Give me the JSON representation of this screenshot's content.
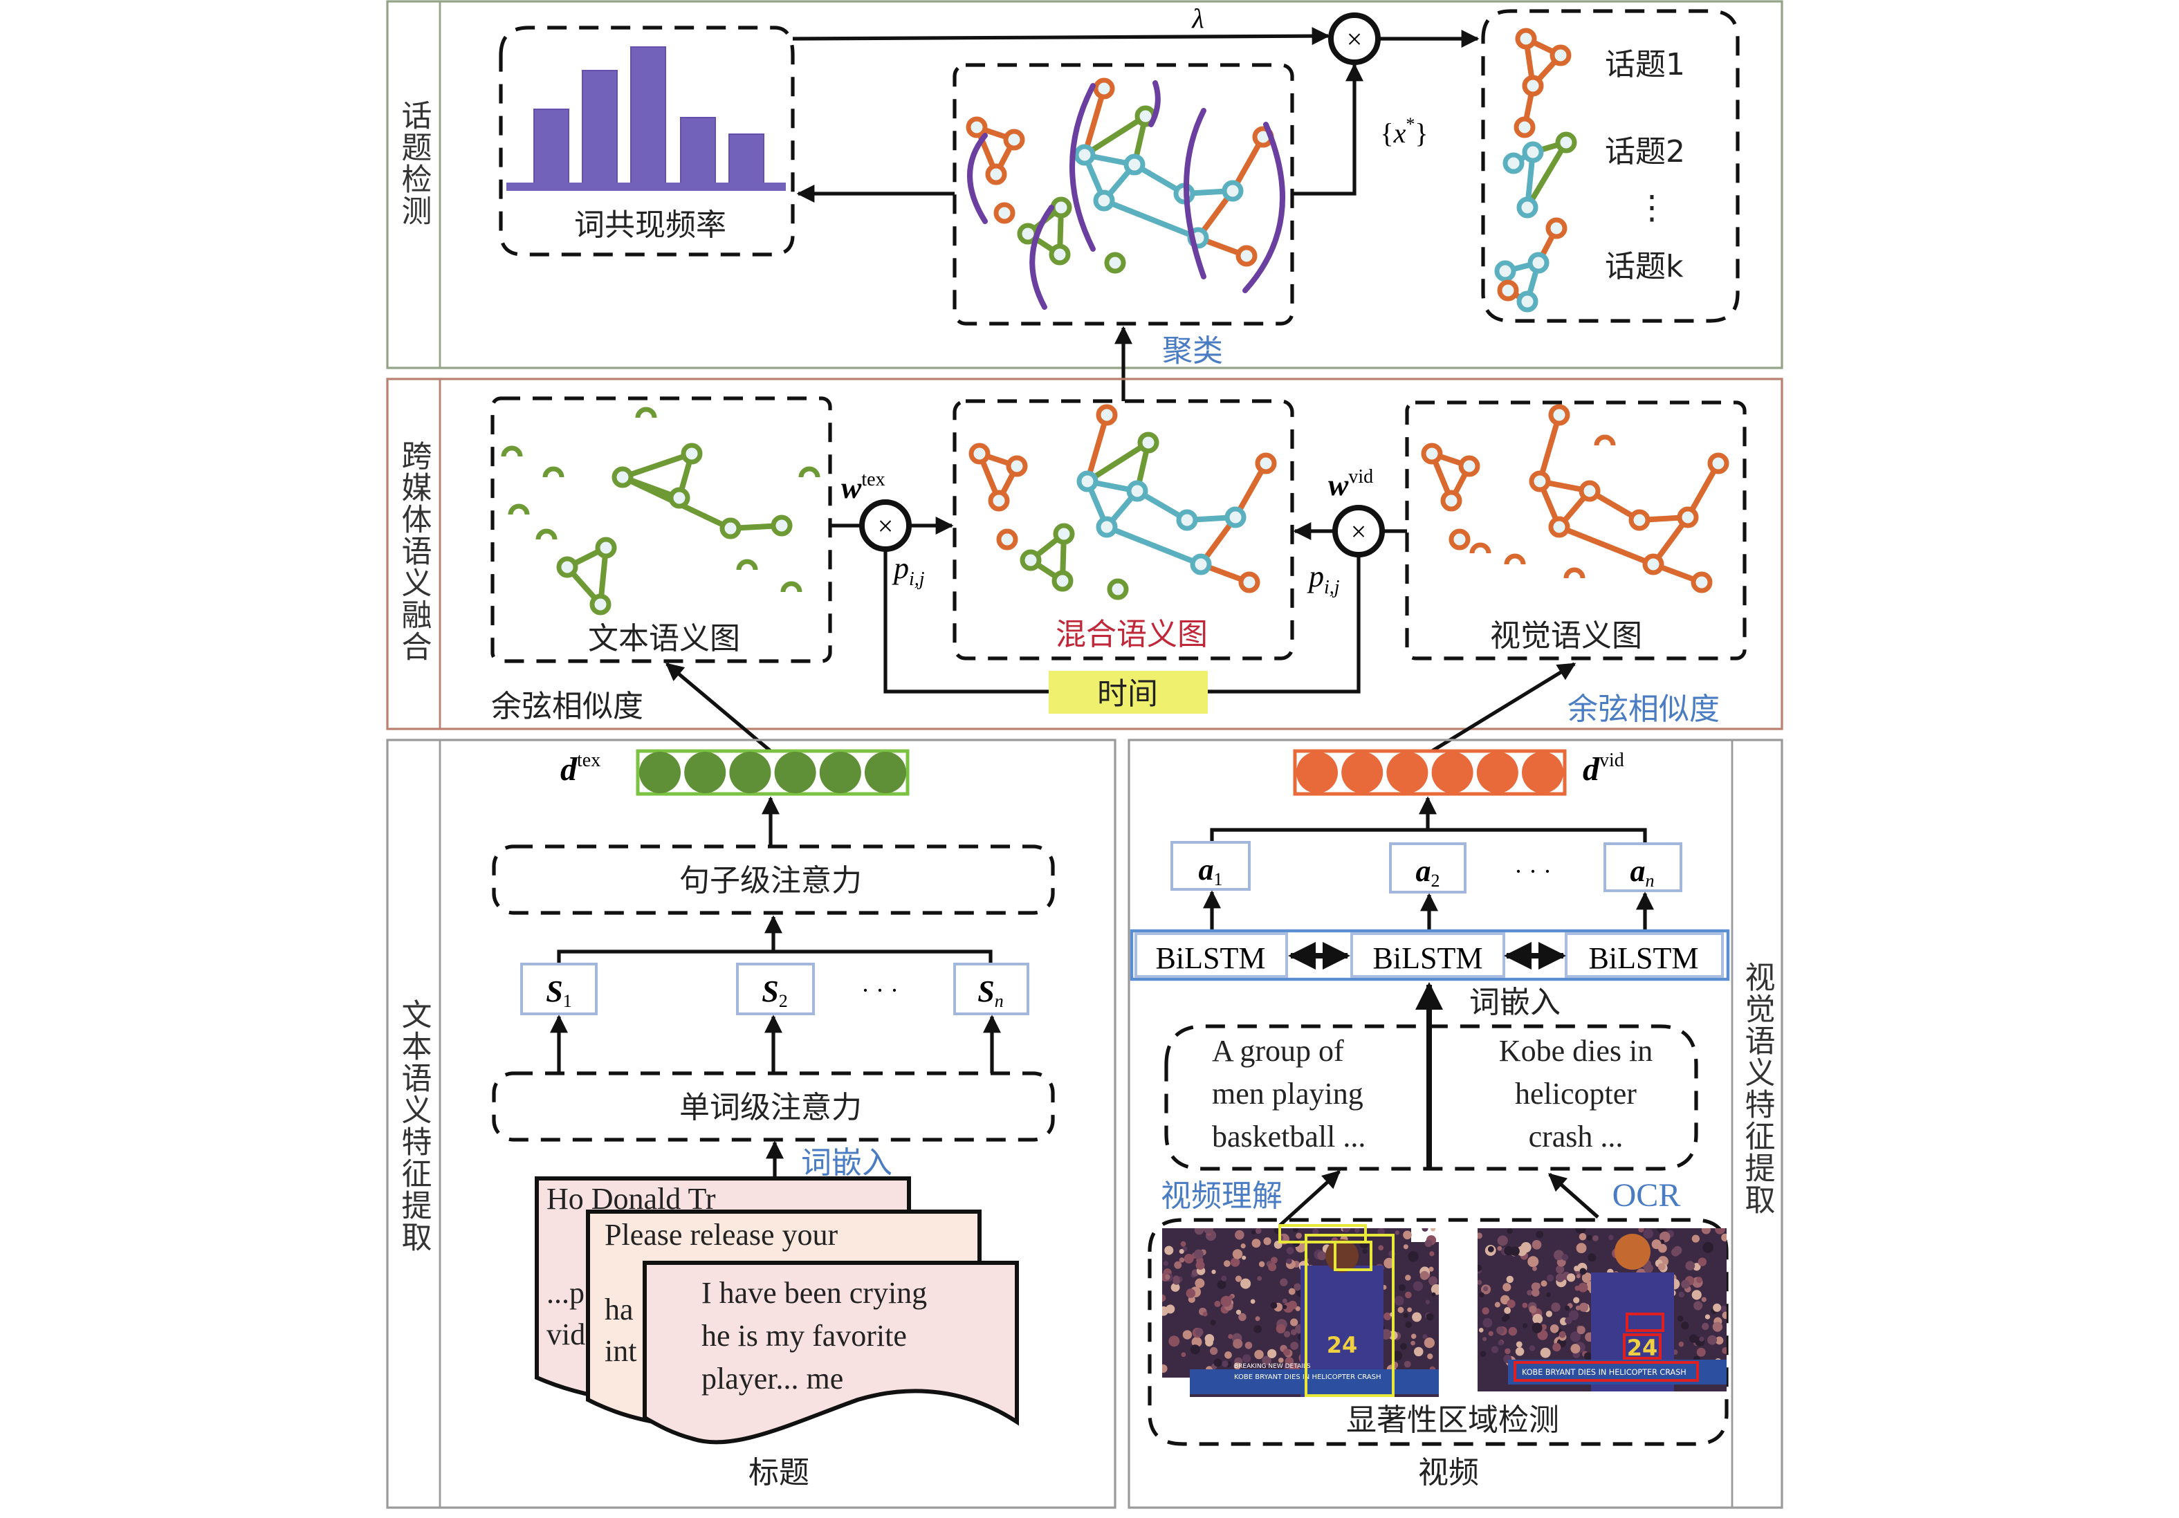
{
  "sections": {
    "topic_detection": "话题检测",
    "fusion": "跨媒体语义融合",
    "text_feature": "文本语义特征提取",
    "visual_feature": "视觉语义特征提取"
  },
  "topic_detection": {
    "histogram_label": "词共现频率",
    "lambda": "λ",
    "x_star": {
      "open": "{",
      "var": "x",
      "sup": "*",
      "close": "}"
    },
    "clustering_label": "聚类",
    "topics": [
      "话题1",
      "话题2",
      "⋮",
      "话题k"
    ],
    "multiply_symbol": "×"
  },
  "fusion": {
    "text_graph_label": "文本语义图",
    "mixed_graph_label": "混合语义图",
    "visual_graph_label": "视觉语义图",
    "w_tex": {
      "base": "w",
      "sup": "tex"
    },
    "w_vid": {
      "base": "w",
      "sup": "vid"
    },
    "p_ij": {
      "base": "p",
      "sub": "i,j"
    },
    "time_label": "时间",
    "cosine_left": "余弦相似度",
    "cosine_right": "余弦相似度",
    "multiply_symbol": "×"
  },
  "text_branch": {
    "d_tex": {
      "base": "d",
      "sup": "tex"
    },
    "sentence_attention": "句子级注意力",
    "word_attention": "单词级注意力",
    "word_embedding": "词嵌入",
    "sentences": [
      {
        "base": "S",
        "sub": "1"
      },
      {
        "base": "S",
        "sub": "2"
      },
      {
        "base": "S",
        "sub": "n"
      }
    ],
    "ellipsis": "· · ·",
    "documents": [
      {
        "lines": [
          "Ho    Donald Tr",
          "...p",
          "vid"
        ]
      },
      {
        "lines": [
          "Please release your",
          "ha",
          "int"
        ]
      },
      {
        "lines": [
          "I have been crying",
          "he is my favorite",
          "player... me"
        ]
      }
    ],
    "caption": "标题"
  },
  "visual_branch": {
    "d_vid": {
      "base": "d",
      "sup": "vid"
    },
    "attn": [
      {
        "base": "a",
        "sub": "1"
      },
      {
        "base": "a",
        "sub": "2"
      },
      {
        "base": "a",
        "sub": "n"
      }
    ],
    "ellipsis": "· · ·",
    "bilstm": [
      "BiLSTM",
      "BiLSTM",
      "BiLSTM"
    ],
    "word_embedding": "词嵌入",
    "video_caption": [
      "A group of",
      "men playing",
      "basketball ..."
    ],
    "ocr_text": [
      "Kobe dies in",
      "helicopter",
      "crash ..."
    ],
    "video_understanding": "视频理解",
    "ocr": "OCR",
    "saliency": "显著性区域检测",
    "caption": "视频",
    "news_ticker": {
      "breaking": "BREAKING NEW DETAILS",
      "headline": "KOBE BRYANT DIES IN HELICOPTER CRASH",
      "jersey": "24"
    }
  },
  "colors": {
    "orange": "#d9692e",
    "green": "#6e9a36",
    "teal": "#5ab0bf",
    "purple": "#6a3fa0",
    "bar": "#7262b9",
    "accent_blue": "#4a7cc4",
    "mixed_red": "#c0283a",
    "time_yellow": "#eef06e"
  }
}
